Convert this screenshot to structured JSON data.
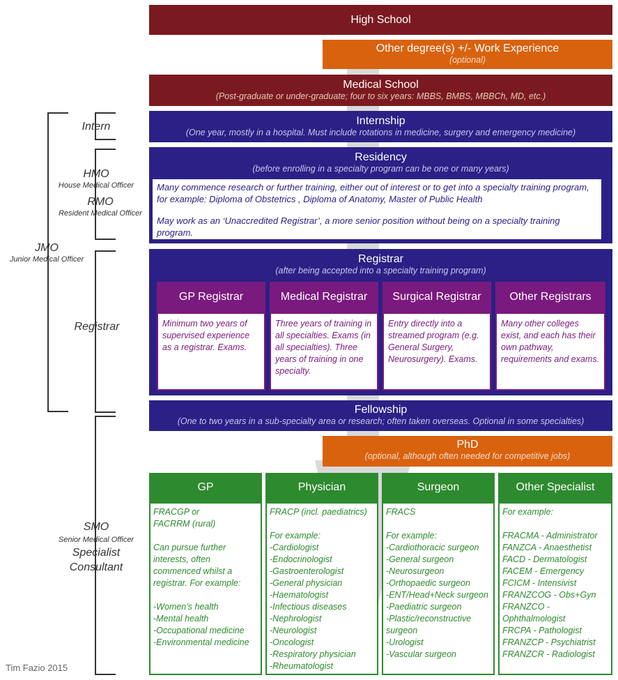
{
  "stages": {
    "high_school": {
      "title": "High School"
    },
    "other_degree": {
      "title": "Other degree(s) +/- Work Experience",
      "subtitle": "(optional)"
    },
    "medical_school": {
      "title": "Medical School",
      "subtitle": "(Post-graduate or under-graduate; four to six years: MBBS, BMBS, MBBCh, MD, etc.)"
    },
    "internship": {
      "title": "Internship",
      "subtitle": "(One year, mostly in a hospital. Must include rotations in medicine, surgery and emergency medicine)"
    },
    "residency": {
      "title": "Residency",
      "subtitle": "(before enrolling in a specialty program can be one or many years)",
      "note1": "Many commence research or further training, either out of interest or to get into a specialty training program, for example: Diploma of Obstetrics , Diploma of Anatomy, Master of Public Health",
      "note2": "May work as an ‘Unaccredited Registrar’, a more senior position without being on a specialty training program."
    },
    "registrar": {
      "title": "Registrar",
      "subtitle": "(after being accepted into a specialty training program)",
      "tracks": [
        {
          "title": "GP Registrar",
          "text": "Minimum two years of supervised experience as a registrar. Exams."
        },
        {
          "title": "Medical Registrar",
          "text": "Three years of training in all specialties. Exams (in all specialties). Three years of training in one specialty."
        },
        {
          "title": "Surgical Registrar",
          "text": "Entry directly into a streamed program (e.g. General Surgery, Neurosurgery). Exams."
        },
        {
          "title": "Other Registrars",
          "text": "Many other colleges exist, and each has their own pathway, requirements and exams."
        }
      ]
    },
    "fellowship": {
      "title": "Fellowship",
      "subtitle": "(One to two years in a sub-specialty area or research; often taken overseas. Optional in some specialties)"
    },
    "phd": {
      "title": "PhD",
      "subtitle": "(optional, although often needed for competitive jobs)"
    },
    "specialists": [
      {
        "title": "GP",
        "text": "FRACGP or\nFACRRM (rural)\n\nCan pursue further interests, often commenced whilst a registrar. For example:\n\n-Women’s health\n-Mental health\n-Occupational medicine\n-Environmental medicine"
      },
      {
        "title": "Physician",
        "text": "FRACP (incl. paediatrics)\n\nFor example:\n-Cardiologist\n-Endocrinologist\n-Gastroenterologist\n-General physician\n-Haematologist\n-Infectious diseases\n-Nephrologist\n-Neurologist\n-Oncologist\n-Respiratory physician\n-Rheumatologist"
      },
      {
        "title": "Surgeon",
        "text": "FRACS\n\nFor example:\n-Cardiothoracic surgeon\n-General surgeon\n-Neurosurgeon\n-Orthopaedic surgeon\n-ENT/Head+Neck surgeon\n-Paediatric surgeon\n-Plastic/reconstructive surgeon\n-Urologist\n-Vascular surgeon"
      },
      {
        "title": "Other Specialist",
        "text": "For example:\n\nFRACMA - Administrator\nFANZCA - Anaesthetist\nFACD - Dermatologist\nFACEM - Emergency\nFCICM - Intensivist\nFRANZCOG - Obs+Gyn\nFRANZCO - Ophthalmologist\nFRCPA - Pathologist\nFRANZCP - Psychiatrist\nFRANZCR - Radiologist"
      }
    ]
  },
  "labels": {
    "intern": "Intern",
    "hmo": "HMO",
    "hmo_full": "House Medical Officer",
    "rmo": "RMO",
    "rmo_full": "Resident Medical Officer",
    "jmo": "JMO",
    "jmo_full": "Junior Medical Officer",
    "registrar": "Registrar",
    "smo": "SMO",
    "smo_full": "Senior Medical Officer",
    "specialist": "Specialist",
    "consultant": "Consultant"
  },
  "footer": {
    "credit": "Tim Fazio 2015"
  },
  "colors": {
    "maroon": "#7a1a20",
    "orange": "#d9620f",
    "navy": "#2b2085",
    "purple": "#7a1a7e",
    "green": "#2e8a2e",
    "arrow": "#d9d9d9"
  }
}
